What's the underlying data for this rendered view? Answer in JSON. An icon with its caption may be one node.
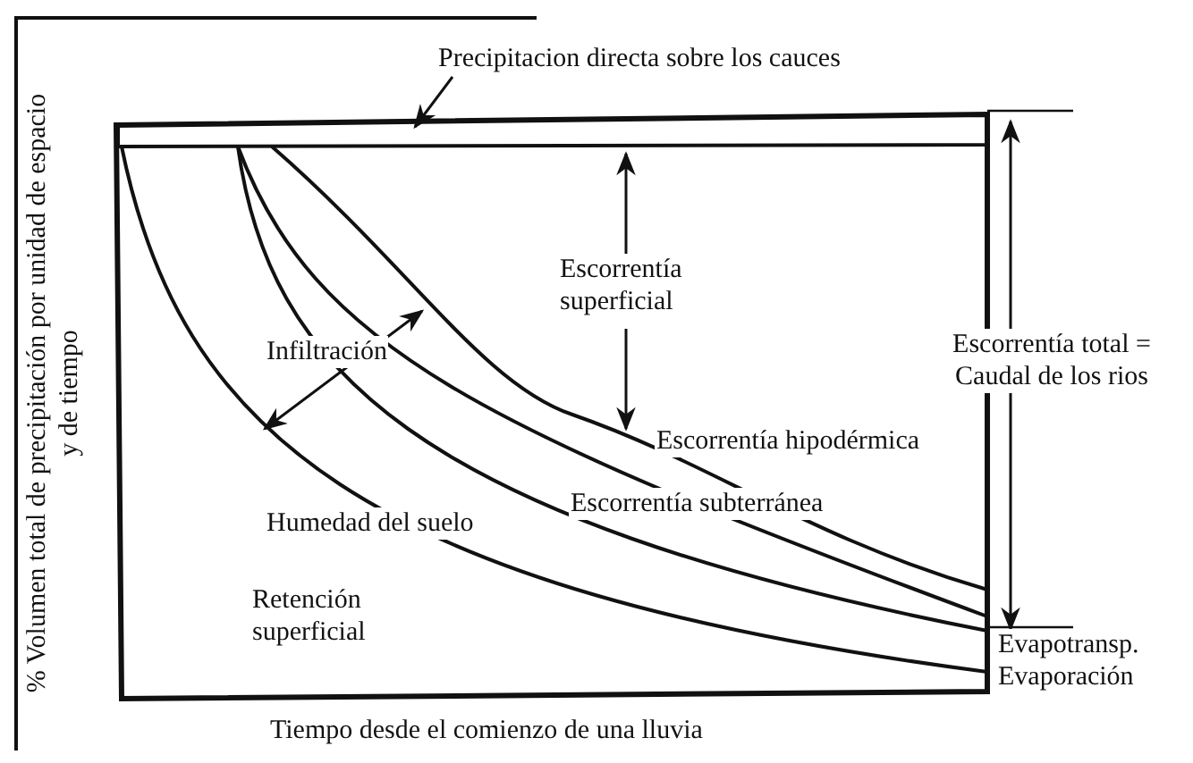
{
  "diagram": {
    "nodes": [
      {
        "text": [
          "Precipitacion directa sobre los cauces"
        ]
      },
      {
        "text": [],
        "shape": "bar"
      }
    ],
    "edges": [
      {
        "from": 0,
        "to": 1,
        "arrow": "to"
      }
    ],
    "labels": [
      "% Volumen total de precipitación por unidad de espacio y de tiempo",
      "Escorrentía superficial",
      "Infiltración",
      "Escorrentía total = Caudal de los rios",
      "Escorrentía hipodérmica",
      "Humedad del suelo",
      "Escorrentía subterránea",
      "Retención superficial",
      "Evapotransp.",
      "Evaporación",
      "Tiempo desde el comienzo de una lluvia"
    ]
  }
}
